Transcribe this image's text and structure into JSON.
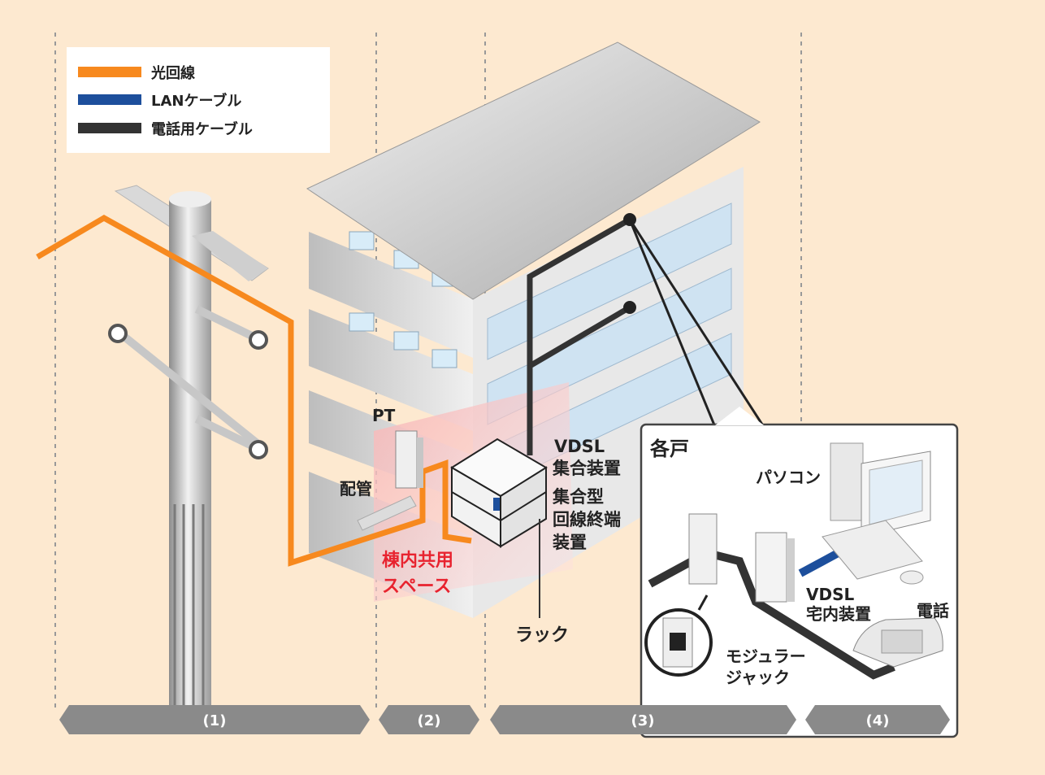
{
  "legend": {
    "items": [
      {
        "label": "光回線",
        "color": "#f7891e"
      },
      {
        "label": "LANケーブル",
        "color": "#1d4f9c"
      },
      {
        "label": "電話用ケーブル",
        "color": "#333333"
      }
    ]
  },
  "labels": {
    "pt": "PT",
    "conduit": "配管",
    "vdsl_line1": "VDSL",
    "vdsl_line2": "集合装置",
    "ont_line1": "集合型",
    "ont_line2": "回線終端",
    "ont_line3": "装置",
    "shared_line1": "棟内共用",
    "shared_line2": "スペース",
    "rack": "ラック"
  },
  "inset": {
    "title": "各戸",
    "pc": "パソコン",
    "vdsl_home_line1": "VDSL",
    "vdsl_home_line2": "宅内装置",
    "phone": "電話",
    "jack_line1": "モジュラー",
    "jack_line2": "ジャック"
  },
  "sections": [
    "(1)",
    "(2)",
    "(3)",
    "(4)"
  ],
  "colors": {
    "background": "#fde9d0",
    "fiber": "#f7891e",
    "lan": "#1d4f9c",
    "phone_cable": "#333333",
    "highlight_text": "#e8232f",
    "section_bar": "#8a8a8a"
  }
}
